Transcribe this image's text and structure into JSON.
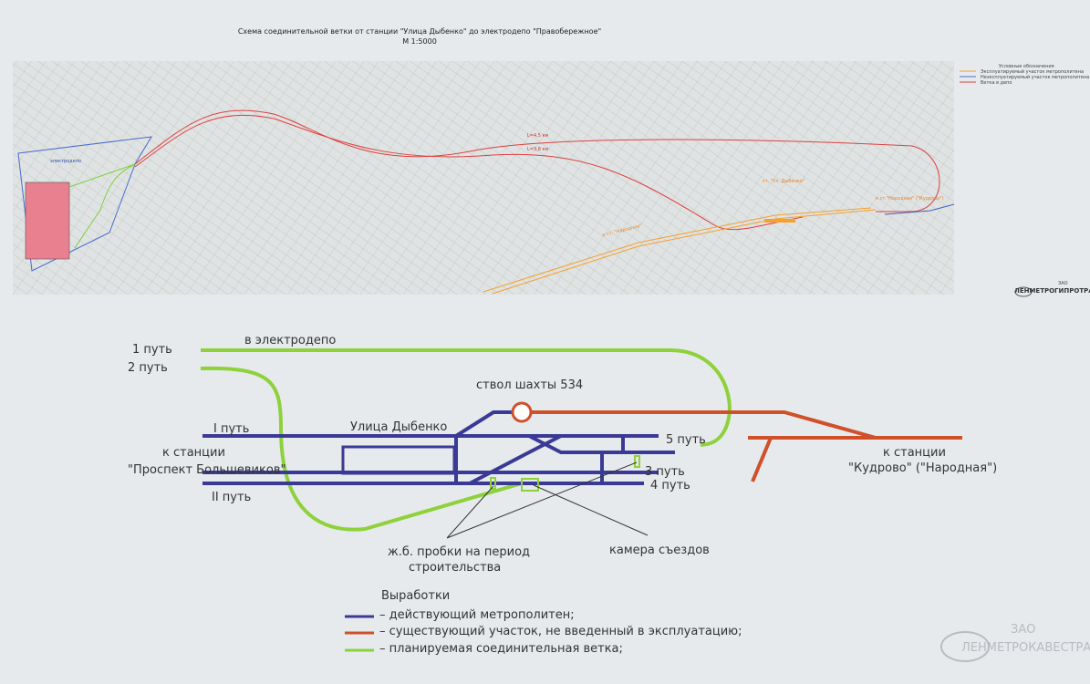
{
  "title": {
    "line1": "Схема соединительной ветки от станции \"Улица Дыбенко\" до электродепо \"Правобережное\"",
    "scale": "М 1:5000"
  },
  "map": {
    "depot_label": "электродепо",
    "length_1": "L=4,5 км",
    "length_2": "L=3,8 км",
    "station_dybenko": "ст. \"Ул. Дыбенко\"",
    "to_narodnaya": "к ст.\"Народная\" (\"Кудрово\")",
    "to_narodnaya_left": "к ст. \"Народная\"",
    "legend": {
      "title": "Условные обозначения",
      "items": [
        {
          "label": "Эксплуатируемый участок метрополитена",
          "color": "#f5a030"
        },
        {
          "label": "Неэксплуатируемый участок метрополитена",
          "color": "#4060c0"
        },
        {
          "label": "Ветка в депо",
          "color": "#e04040"
        }
      ]
    },
    "logo_small": {
      "org": "ЗАО",
      "name": "ЛЕНМЕТРОГИПРОТРАНС"
    }
  },
  "scheme": {
    "track1_left": "1 путь",
    "track2_left": "2 путь",
    "to_depot": "в электродепо",
    "shaft": "ствол шахты 534",
    "station": "Улица Дыбенко",
    "track_I": "I путь",
    "track_II": "II путь",
    "to_station_1": "к станции",
    "to_station_2": "\"Проспект Большевиков\"",
    "track5": "5 путь",
    "track3": "3 путь",
    "track4": "4 путь",
    "to_kudrovo_1": "к станции",
    "to_kudrovo_2": "\"Кудрово\" (\"Народная\")",
    "plugs_1": "ж.б. пробки на период",
    "plugs_2": "строительства",
    "chamber": "камера съездов"
  },
  "legend": {
    "title": "Выработки",
    "items": [
      {
        "label": "– действующий метрополитен;",
        "color": "#3a3a96"
      },
      {
        "label": "– существующий участок, не введенный в эксплуатацию;",
        "color": "#d0502a"
      },
      {
        "label": "– планируемая соединительная ветка;",
        "color": "#8ed13a"
      }
    ]
  },
  "logo": {
    "org": "ЗАО",
    "name": "ЛЕНМЕТРОКАВЕСТРАНС"
  }
}
